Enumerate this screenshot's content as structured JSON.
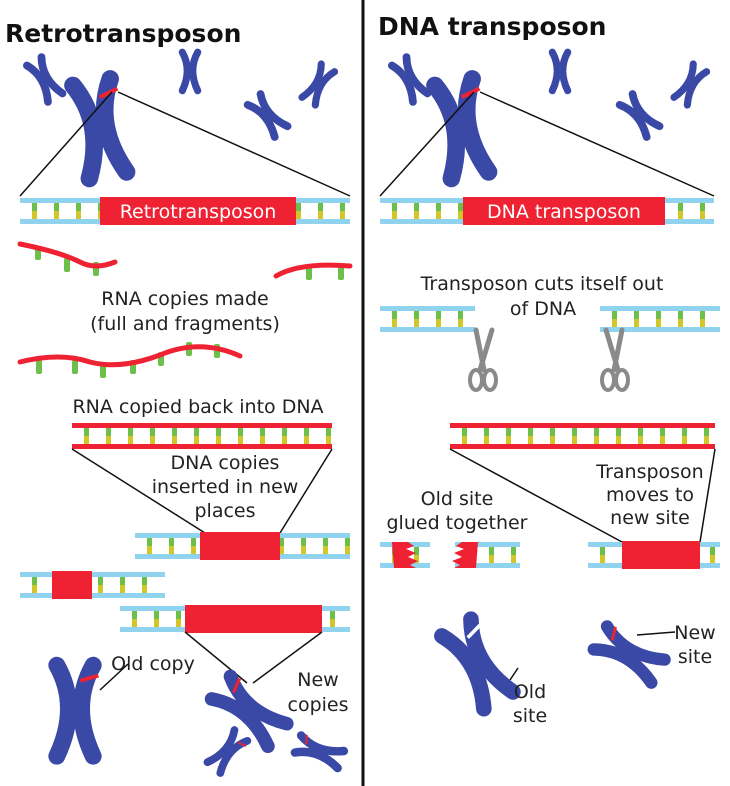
{
  "colors": {
    "strand": "#8fd3ef",
    "rung_top": "#6cc04a",
    "rung_bottom": "#d2c62a",
    "transposon": "#ee2233",
    "chromosome": "#3a48a6",
    "scissors": "#8a8a8a",
    "divider": "#111111"
  },
  "left": {
    "title": "Retrotransposon",
    "box_label": "Retrotransposon",
    "rna_1": "RNA copies made",
    "rna_2": "(full and fragments)",
    "copied_back": "RNA copied back into DNA",
    "inserted_1": "DNA copies",
    "inserted_2": "inserted in new",
    "inserted_3": "places",
    "old_copy": "Old copy",
    "new_1": "New",
    "new_2": "copies"
  },
  "right": {
    "title": "DNA transposon",
    "box_label": "DNA transposon",
    "cuts_1": "Transposon cuts itself out",
    "cuts_2": "of DNA",
    "glued_1": "Old site",
    "glued_2": "glued together",
    "moves_1": "Transposon",
    "moves_2": "moves to",
    "moves_3": "new site",
    "old_site_1": "Old",
    "old_site_2": "site",
    "new_site_1": "New",
    "new_site_2": "site"
  }
}
